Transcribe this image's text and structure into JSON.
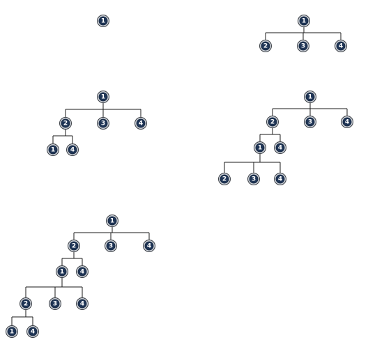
{
  "colors": {
    "node_fill": "#1f3556",
    "node_ring": "#c9ced6",
    "edge": "#1a1a1a",
    "label": "#ffffff"
  },
  "diagrams": [
    {
      "id": "d1",
      "nodes": [
        {
          "id": "a",
          "label": "1"
        }
      ]
    },
    {
      "id": "d2",
      "nodes": [
        {
          "id": "a",
          "label": "1"
        },
        {
          "id": "b",
          "label": "2",
          "parent": "a"
        },
        {
          "id": "c",
          "label": "3",
          "parent": "a"
        },
        {
          "id": "d",
          "label": "4",
          "parent": "a"
        }
      ]
    },
    {
      "id": "d3",
      "nodes": [
        {
          "id": "a",
          "label": "1"
        },
        {
          "id": "b",
          "label": "2",
          "parent": "a"
        },
        {
          "id": "c",
          "label": "3",
          "parent": "a"
        },
        {
          "id": "d",
          "label": "4",
          "parent": "a"
        },
        {
          "id": "e",
          "label": "1",
          "parent": "b"
        },
        {
          "id": "f",
          "label": "4",
          "parent": "b"
        }
      ]
    },
    {
      "id": "d4",
      "nodes": [
        {
          "id": "a",
          "label": "1"
        },
        {
          "id": "b",
          "label": "2",
          "parent": "a"
        },
        {
          "id": "c",
          "label": "3",
          "parent": "a"
        },
        {
          "id": "d",
          "label": "4",
          "parent": "a"
        },
        {
          "id": "e",
          "label": "1",
          "parent": "b"
        },
        {
          "id": "f",
          "label": "4",
          "parent": "b"
        },
        {
          "id": "g",
          "label": "2",
          "parent": "e"
        },
        {
          "id": "h",
          "label": "3",
          "parent": "e"
        },
        {
          "id": "i",
          "label": "4",
          "parent": "e"
        }
      ]
    },
    {
      "id": "d5",
      "nodes": [
        {
          "id": "a",
          "label": "1"
        },
        {
          "id": "b",
          "label": "2",
          "parent": "a"
        },
        {
          "id": "c",
          "label": "3",
          "parent": "a"
        },
        {
          "id": "d",
          "label": "4",
          "parent": "a"
        },
        {
          "id": "e",
          "label": "1",
          "parent": "b"
        },
        {
          "id": "f",
          "label": "4",
          "parent": "b"
        },
        {
          "id": "g",
          "label": "2",
          "parent": "e"
        },
        {
          "id": "h",
          "label": "3",
          "parent": "e"
        },
        {
          "id": "i",
          "label": "4",
          "parent": "e"
        },
        {
          "id": "j",
          "label": "1",
          "parent": "g"
        },
        {
          "id": "k",
          "label": "4",
          "parent": "g"
        }
      ]
    }
  ]
}
